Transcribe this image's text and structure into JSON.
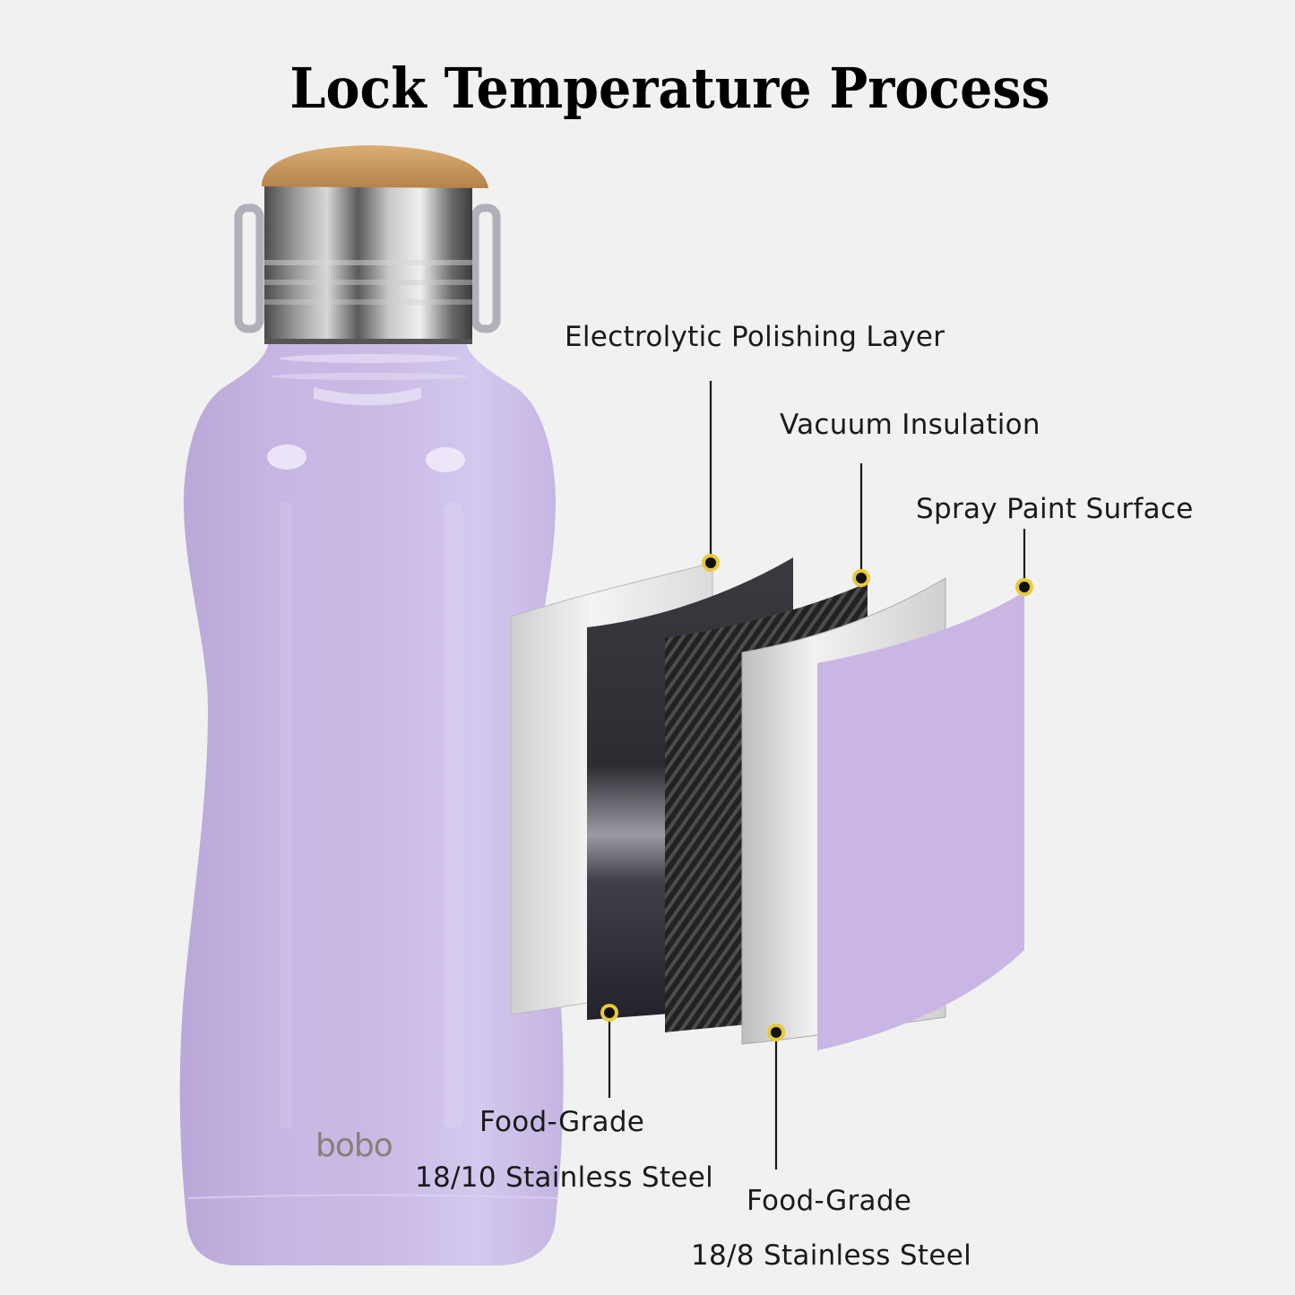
{
  "header": {
    "title": "Lock Temperature Process"
  },
  "product": {
    "brand_mark": "bobo",
    "colors": {
      "body": "#c8b8e4",
      "body_highlight": "#ddd2f0",
      "lid_bamboo": "#c4955c",
      "steel": "#8f8f8f",
      "background": "#f1f1f1",
      "callout_ring": "#e8c93a"
    }
  },
  "layers": {
    "top_labels": [
      {
        "id": "electrolytic",
        "text": "Electrolytic Polishing Layer"
      },
      {
        "id": "vacuum",
        "text": "Vacuum Insulation"
      },
      {
        "id": "spray",
        "text": "Spray Paint Surface"
      }
    ],
    "bottom_labels": [
      {
        "id": "steel1810",
        "line1": "Food-Grade",
        "line2": "18/10 Stainless Steel"
      },
      {
        "id": "steel188",
        "line1": "Food-Grade",
        "line2": "18/8 Stainless Steel"
      }
    ]
  }
}
